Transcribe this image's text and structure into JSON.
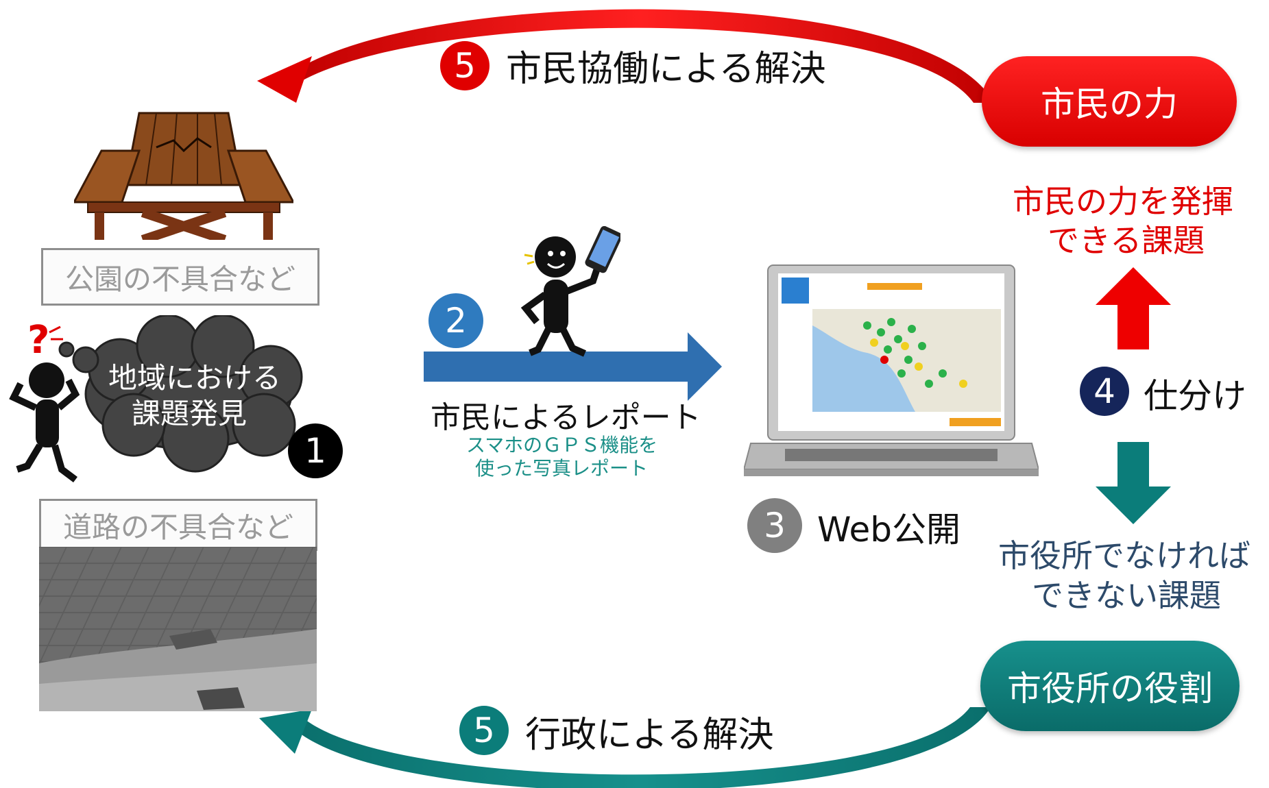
{
  "top_arc": {
    "step": "5",
    "label": "市民協働による解決"
  },
  "bottom_arc": {
    "step": "5",
    "label": "行政による解決"
  },
  "citizen_power": {
    "label": "市民の力",
    "task_line1": "市民の力を発揮",
    "task_line2": "できる課題"
  },
  "city_role": {
    "label": "市役所の役割",
    "task_line1": "市役所でなければ",
    "task_line2": "できない課題"
  },
  "park": {
    "label": "公園の不具合など"
  },
  "road": {
    "label": "道路の不具合など"
  },
  "discovery": {
    "step": "1",
    "line1": "地域における",
    "line2": "課題発見"
  },
  "report": {
    "step": "2",
    "label": "市民によるレポート",
    "sub1": "スマホのＧＰＳ機能を",
    "sub2": "使った写真レポート"
  },
  "web": {
    "step": "3",
    "label": "Web公開"
  },
  "sort": {
    "step": "4",
    "label": "仕分け"
  },
  "colors": {
    "red": "#e00000",
    "teal": "#0b7d7a",
    "blue": "#2f7bbf",
    "navy": "#15255a",
    "gray": "#808080"
  }
}
